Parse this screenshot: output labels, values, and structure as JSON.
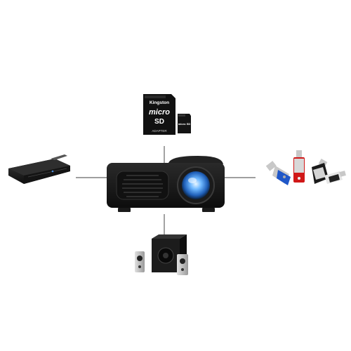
{
  "sd_card": {
    "brand": "Kingston",
    "sd_label": "micro",
    "sd_sub": "SD",
    "adapter_text": "ADAPTER",
    "micro_card_text": "micro SD"
  },
  "colors": {
    "background": "#ffffff",
    "connector_line": "#555555",
    "projector_body": "#1a1a1a",
    "lens_blue": "#2f7fe0",
    "usb_blue": "#1f57c8",
    "usb_red": "#d01818",
    "usb_black": "#1a1a1a",
    "usb_silver": "#c8c8c8"
  },
  "icons": [
    "sd-card-icon",
    "dvd-player-icon",
    "usb-drives-icon",
    "speakers-icon",
    "projector-icon"
  ]
}
